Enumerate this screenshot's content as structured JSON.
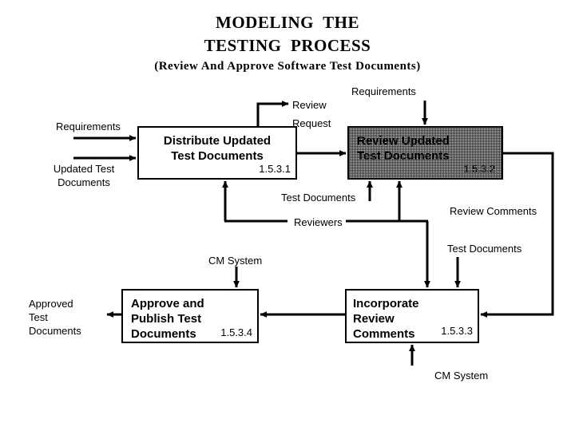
{
  "title": {
    "line1": "MODELING  THE",
    "line2": "TESTING  PROCESS",
    "subtitle": "(Review And Approve Software Test Documents)"
  },
  "processes": [
    {
      "key": "distribute",
      "name": "Distribute Updated\nTest Documents",
      "id": "1.5.3.1",
      "shaded": false
    },
    {
      "key": "review",
      "name": "Review Updated\nTest Documents",
      "id": "1.5.3.2",
      "shaded": true
    },
    {
      "key": "incorporate",
      "name": "Incorporate\nReview\nComments",
      "id": "1.5.3.3",
      "shaded": false
    },
    {
      "key": "approve",
      "name": "Approve and\n  Publish Test\n  Documents",
      "id": "1.5.3.4",
      "shaded": false
    }
  ],
  "flows": {
    "requirements_left": "Requirements",
    "updated_test_documents": "Updated  Test\nDocuments",
    "review_request": "Review\n    Request",
    "requirements_top": "Requirements",
    "test_documents_mid": "Test Documents",
    "reviewers": "Reviewers",
    "review_comments": "Review Comments",
    "test_documents_right": "Test Documents",
    "cm_system_mid": "CM System",
    "cm_system_bottom": "CM System",
    "approved_test_documents": "Approved\n  Test\n  Documents"
  },
  "colors": {
    "stroke": "#000000",
    "page_background": "#ffffff",
    "box_fill": "#ffffff",
    "shaded_box_fill": "#c9c9c9"
  }
}
